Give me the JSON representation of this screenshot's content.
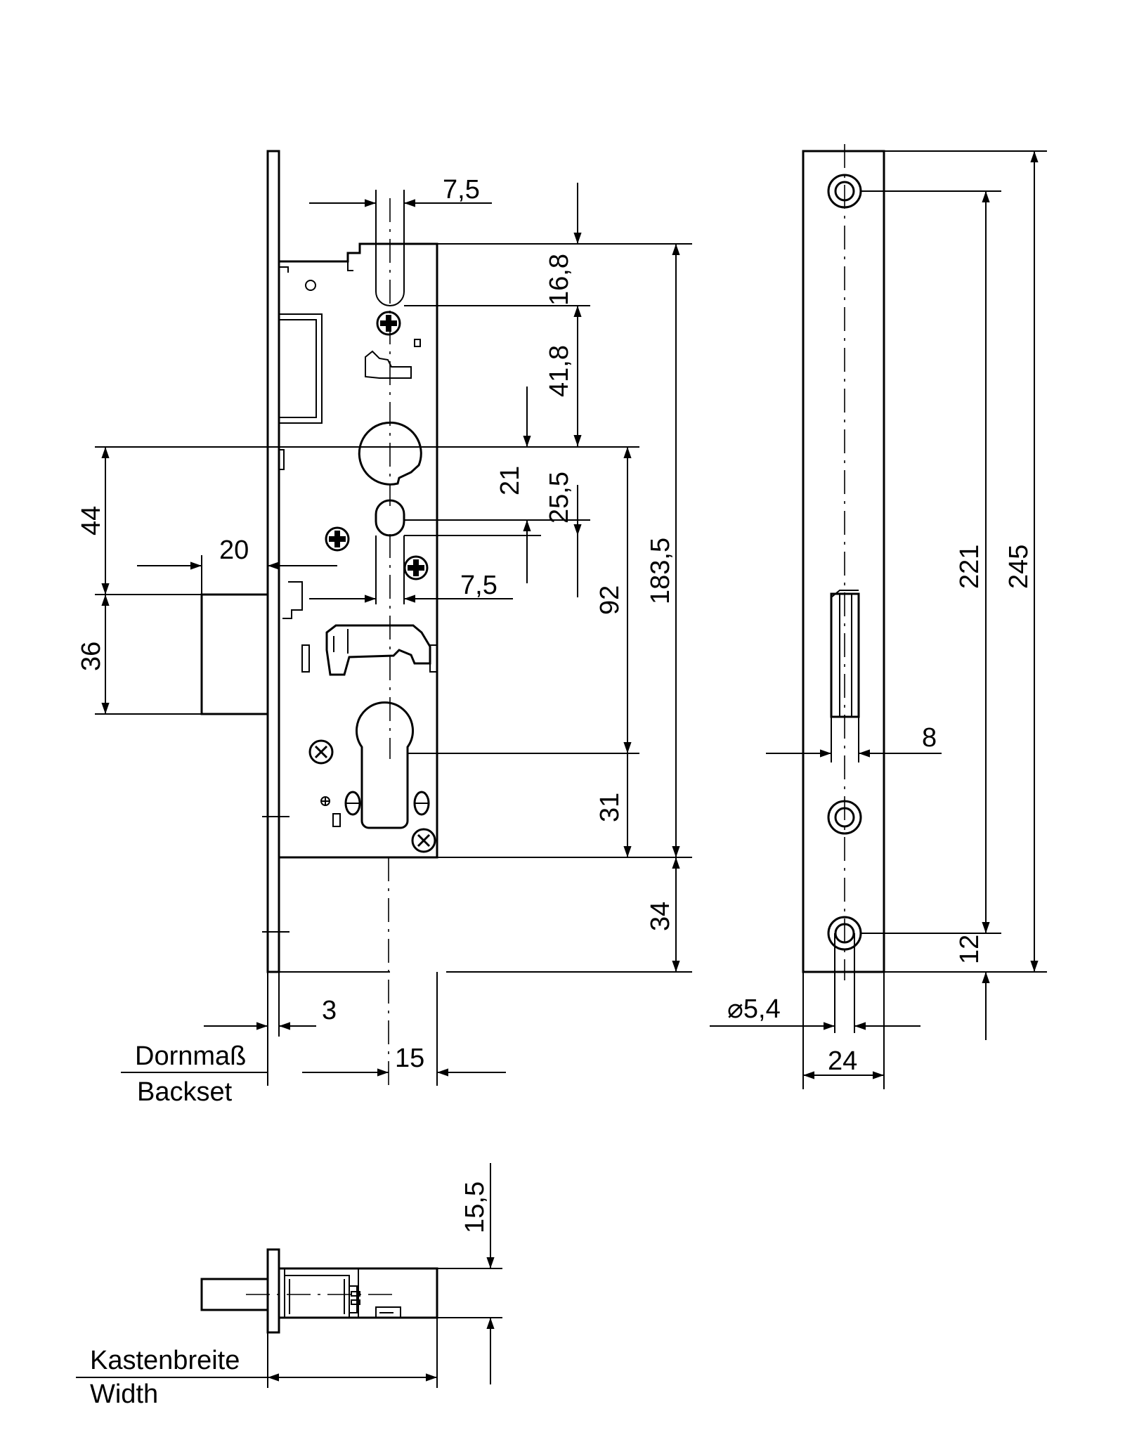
{
  "dimensions": {
    "d_7_5_top": "7,5",
    "d_16_8": "16,8",
    "d_41_8": "41,8",
    "d_21": "21",
    "d_25_5": "25,5",
    "d_44": "44",
    "d_20": "20",
    "d_7_5_mid": "7,5",
    "d_92": "92",
    "d_183_5": "183,5",
    "d_36": "36",
    "d_31": "31",
    "d_34": "34",
    "d_3": "3",
    "d_15": "15",
    "d_8": "8",
    "d_221": "221",
    "d_245": "245",
    "d_12": "12",
    "d_dia_5_4": "⌀5,4",
    "d_24": "24",
    "d_15_5": "15,5"
  },
  "labels": {
    "backset_de": "Dornmaß",
    "backset_en": "Backset",
    "width_de": "Kastenbreite",
    "width_en": "Width"
  }
}
